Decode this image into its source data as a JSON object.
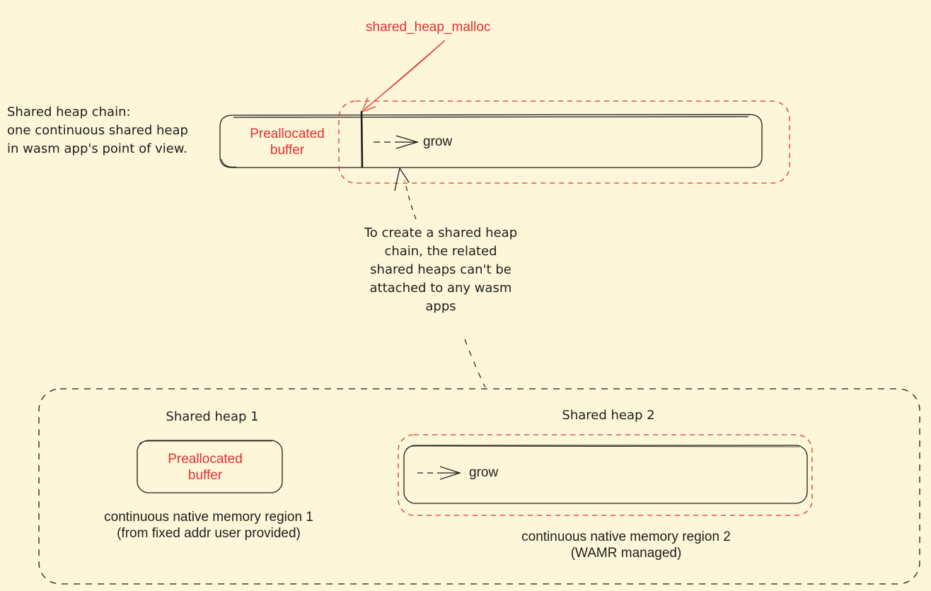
{
  "top_note": {
    "lines": [
      "Shared heap chain:",
      "one continuous shared heap",
      "in wasm app's point of view."
    ]
  },
  "chain": {
    "prealloc_lines": [
      "Preallocated",
      "buffer"
    ],
    "grow_label": "grow",
    "malloc_label": "shared_heap_malloc"
  },
  "middle_note": {
    "lines": [
      "To create a shared heap",
      "chain, the related",
      "shared heaps can't be",
      "attached to any wasm",
      "apps"
    ]
  },
  "heap1": {
    "title": "Shared heap 1",
    "prealloc_lines": [
      "Preallocated",
      "buffer"
    ],
    "caption_lines": [
      "continuous native memory region 1",
      "(from fixed addr user provided)"
    ]
  },
  "heap2": {
    "title": "Shared heap 2",
    "grow_label": "grow",
    "caption_lines": [
      "continuous native memory region 2",
      "(WAMR managed)"
    ]
  },
  "colors": {
    "background": "#fdf6d8",
    "stroke": "#1e1e1e",
    "accent_red": "#e03131"
  }
}
